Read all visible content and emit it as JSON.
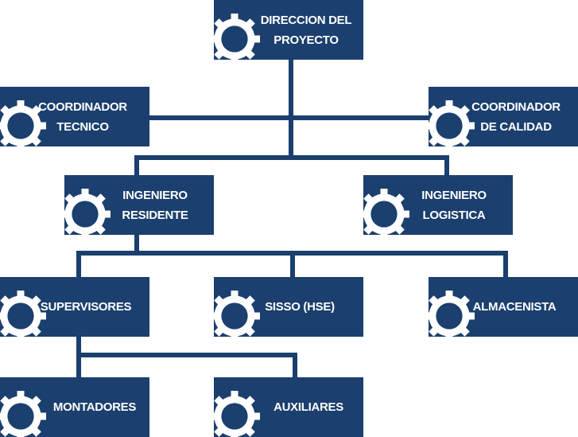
{
  "colors": {
    "box": "#1b3f6e",
    "line": "#1b3f6e",
    "text": "#ffffff",
    "background": "#ffffff"
  },
  "icon": "gear-icon",
  "nodes": {
    "direccion": {
      "line1": "DIRECCION DEL",
      "line2": "PROYECTO"
    },
    "coord_tecnico": {
      "line1": "COORDINADOR",
      "line2": "TECNICO"
    },
    "coord_calidad": {
      "line1": "COORDINADOR",
      "line2": "DE CALIDAD"
    },
    "ing_residente": {
      "line1": "INGENIERO",
      "line2": "RESIDENTE"
    },
    "ing_logistica": {
      "line1": "INGENIERO",
      "line2": "LOGISTICA"
    },
    "supervisores": {
      "line1": "SUPERVISORES"
    },
    "sisso": {
      "line1": "SISSO (HSE)"
    },
    "almacenista": {
      "line1": "ALMACENISTA"
    },
    "montadores": {
      "line1": "MONTADORES"
    },
    "auxiliares": {
      "line1": "AUXILIARES"
    }
  }
}
